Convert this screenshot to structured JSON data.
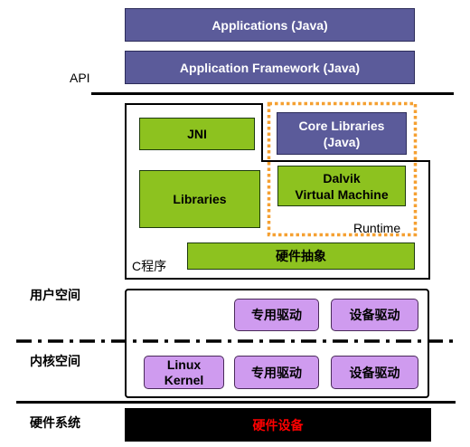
{
  "top": {
    "applications": "Applications (Java)",
    "framework": "Application Framework (Java)",
    "api_label": "API"
  },
  "runtime_area": {
    "jni": "JNI",
    "libraries": "Libraries",
    "core_libraries_line1": "Core Libraries",
    "core_libraries_line2": "(Java)",
    "dalvik_line1": "Dalvik",
    "dalvik_line2": "Virtual Machine",
    "runtime_label": "Runtime",
    "c_program_label": "C程序",
    "hal": "硬件抽象"
  },
  "spaces": {
    "user_space": "用户空间",
    "kernel_space": "内核空间",
    "hardware_system": "硬件系统"
  },
  "kernel_area": {
    "user_dedicated_driver": "专用驱动",
    "user_device_driver": "设备驱动",
    "linux_kernel_line1": "Linux",
    "linux_kernel_line2": "Kernel",
    "kernel_dedicated_driver": "专用驱动",
    "kernel_device_driver": "设备驱动"
  },
  "hardware": {
    "device": "硬件设备"
  },
  "colors": {
    "blue_box": "#5b5b9a",
    "green_box": "#8dc21f",
    "purple_box": "#cf9bef",
    "runtime_dotted": "#f5a031",
    "hardware_text": "#ff0000"
  }
}
